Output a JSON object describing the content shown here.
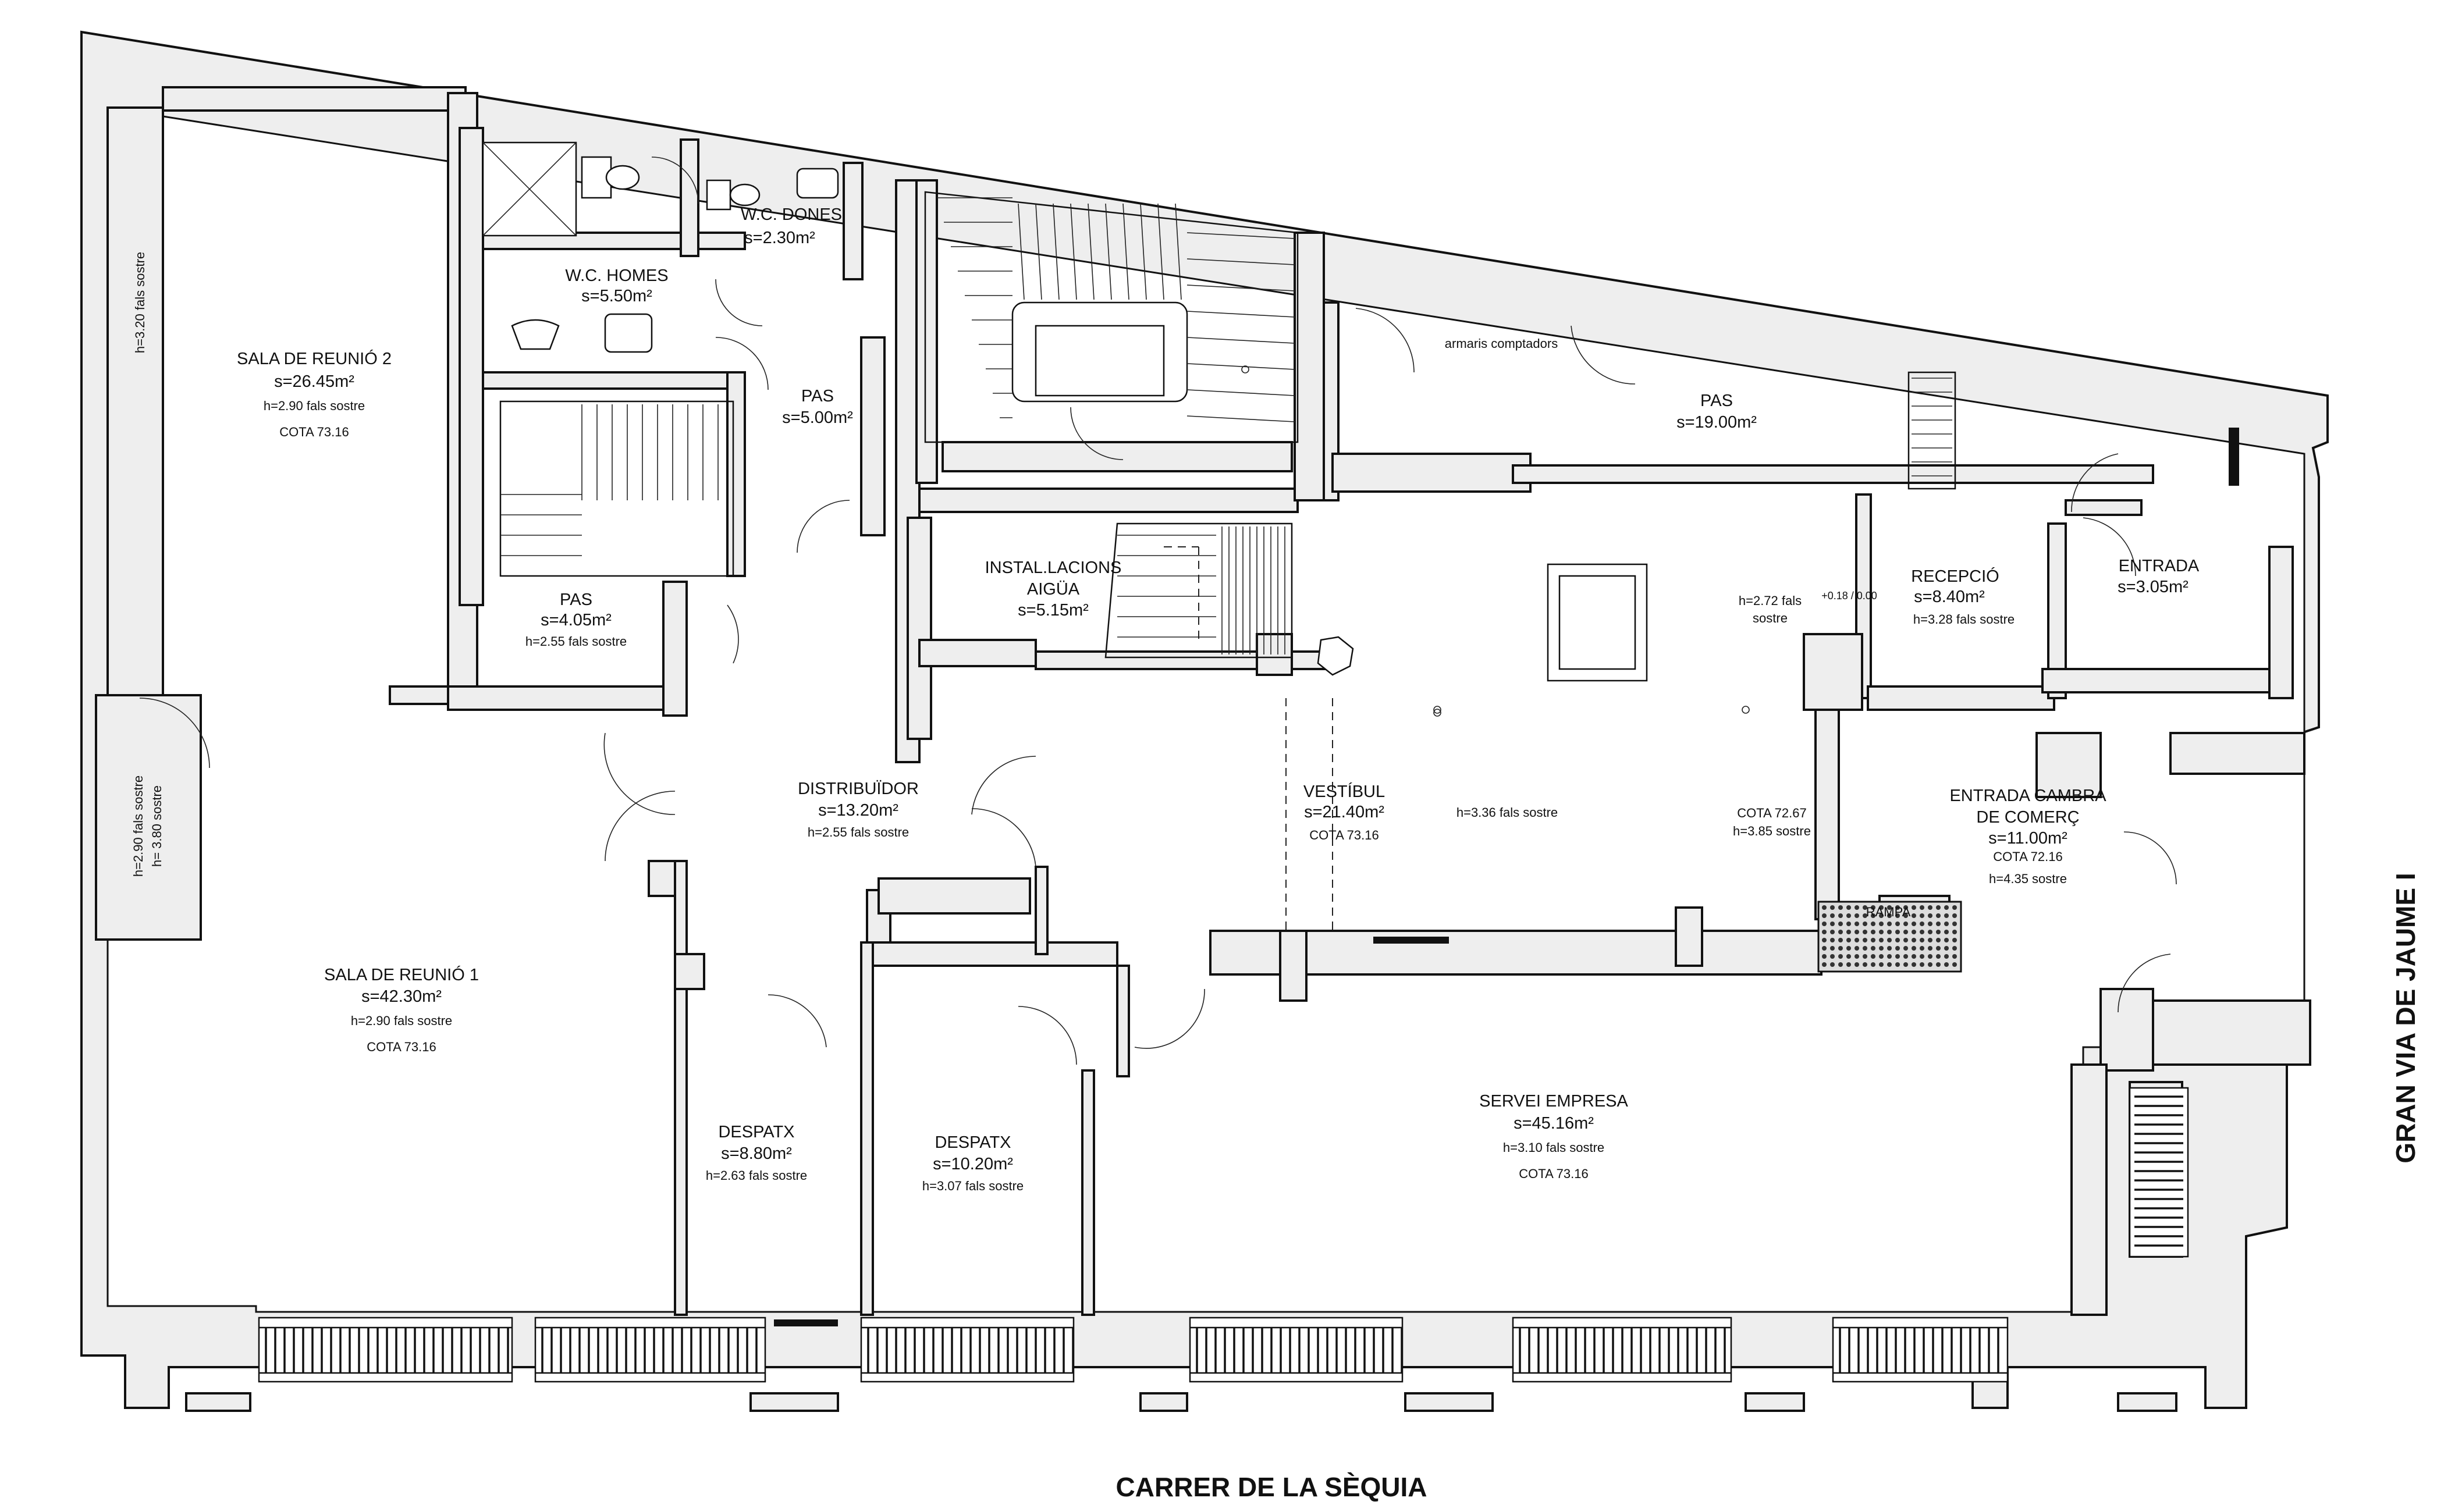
{
  "streets": {
    "bottom": "CARRER DE LA SÈQUIA",
    "right": "GRAN VIA DE JAUME I"
  },
  "rooms": {
    "sala_reunio_2": {
      "name": "SALA DE REUNIÓ 2",
      "area": "s=26.45m²",
      "note": "h=2.90 fals sostre",
      "cota": "COTA 73.16"
    },
    "sala_reunio_1": {
      "name": "SALA DE REUNIÓ 1",
      "area": "s=42.30m²",
      "note": "h=2.90 fals sostre",
      "cota": "COTA 73.16"
    },
    "wc_homes": {
      "name": "W.C. HOMES",
      "area": "s=5.50m²"
    },
    "wc_dones": {
      "name": "W.C. DONES",
      "area": "s=2.30m²"
    },
    "pas_1": {
      "name": "PAS",
      "area": "s=5.00m²"
    },
    "pas_2": {
      "name": "PAS",
      "area": "s=4.05m²",
      "note": "h=2.55 fals sostre"
    },
    "pas_3": {
      "name": "PAS",
      "area": "s=19.00m²"
    },
    "instalacions": {
      "name": "INSTAL.LACIONS",
      "name2": "AIGÜA",
      "area": "s=5.15m²"
    },
    "distribuidor": {
      "name": "DISTRIBUÏDOR",
      "area": "s=13.20m²",
      "note": "h=2.55 fals sostre"
    },
    "vestibul": {
      "name": "VESTÍBUL",
      "area": "s=21.40m²",
      "cota": "COTA 73.16",
      "note": "h=3.36 fals sostre"
    },
    "recepcio": {
      "name": "RECEPCIÓ",
      "area": "s=8.40m²",
      "note": "h=3.28 fals sostre"
    },
    "entrada": {
      "name": "ENTRADA",
      "area": "s=3.05m²"
    },
    "entrada_cambra": {
      "name": "ENTRADA CAMBRA",
      "name2": "DE COMERÇ",
      "area": "s=11.00m²",
      "cota": "COTA 72.16",
      "note": "h=4.35 sostre"
    },
    "despatx_1": {
      "name": "DESPATX",
      "area": "s=8.80m²",
      "note": "h=2.63 fals sostre"
    },
    "despatx_2": {
      "name": "DESPATX",
      "area": "s=10.20m²",
      "note": "h=3.07 fals sostre"
    },
    "servei_empresa": {
      "name": "SERVEI EMPRESA",
      "area": "s=45.16m²",
      "note": "h=3.10 fals sostre",
      "cota": "COTA 73.16"
    }
  },
  "notes": {
    "armaris": "armaris comptadors",
    "h320": "h=3.20 fals sostre",
    "h290": "h=2.90 fals sostre",
    "h380": "h= 3.80 sostre",
    "h272": "h=2.72 fals",
    "sostre": "sostre",
    "level": "+0.18 / 0.00",
    "cota7267": "COTA 72.67",
    "h385": "h=3.85 sostre",
    "rampa": "RAMPA"
  }
}
